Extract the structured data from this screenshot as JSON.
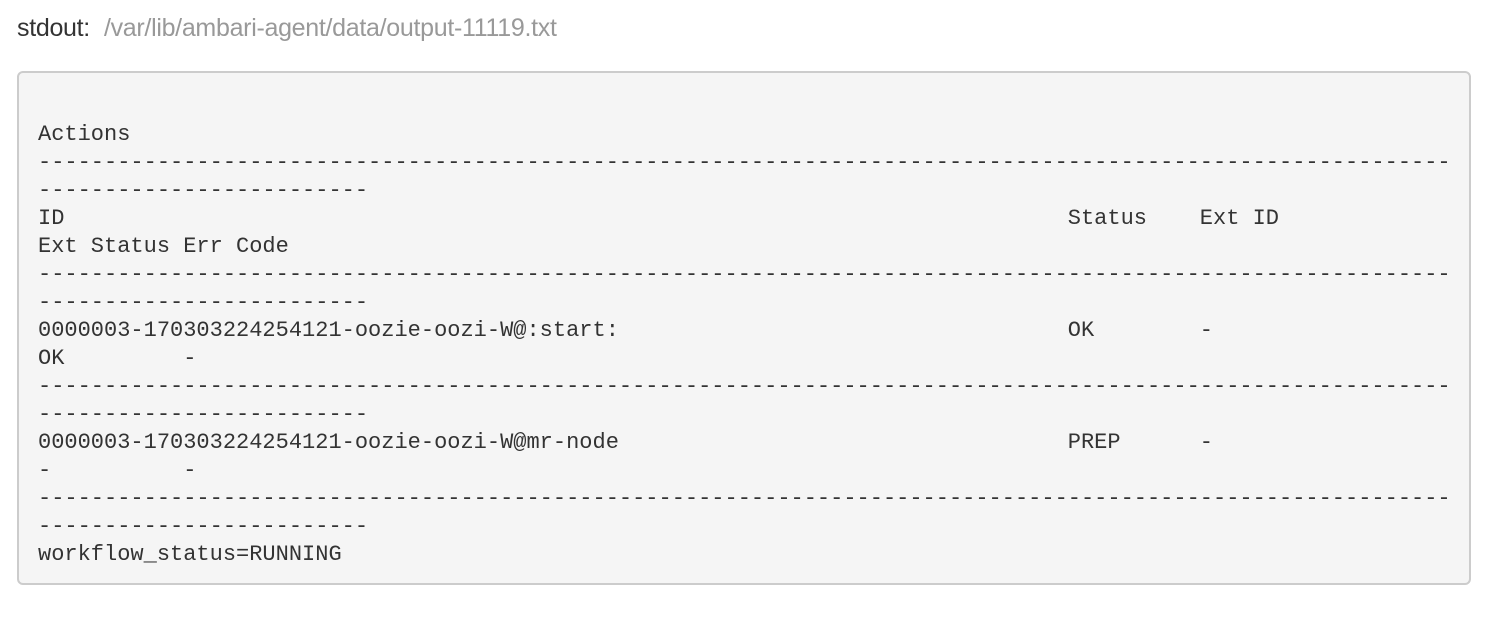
{
  "header": {
    "label": "stdout:",
    "path": "/var/lib/ambari-agent/data/output-11119.txt"
  },
  "output": {
    "lines": [
      "Actions",
      "-----------------------------------------------------------------------------------------------------------",
      "-------------------------",
      "ID                                                                            Status    Ext ID",
      "Ext Status Err Code",
      "-----------------------------------------------------------------------------------------------------------",
      "-------------------------",
      "0000003-170303224254121-oozie-oozi-W@:start:                                  OK        -",
      "OK         -",
      "-----------------------------------------------------------------------------------------------------------",
      "-------------------------",
      "0000003-170303224254121-oozie-oozi-W@mr-node                                  PREP      -",
      "-          -",
      "-----------------------------------------------------------------------------------------------------------",
      "-------------------------",
      "workflow_status=RUNNING"
    ]
  },
  "table": {
    "title": "Actions",
    "columns": [
      "ID",
      "Status",
      "Ext ID",
      "Ext Status",
      "Err Code"
    ],
    "rows": [
      [
        "0000003-170303224254121-oozie-oozi-W@:start:",
        "OK",
        "-",
        "OK",
        "-"
      ],
      [
        "0000003-170303224254121-oozie-oozi-W@mr-node",
        "PREP",
        "-",
        "-",
        "-"
      ]
    ],
    "workflow_status": "RUNNING"
  }
}
